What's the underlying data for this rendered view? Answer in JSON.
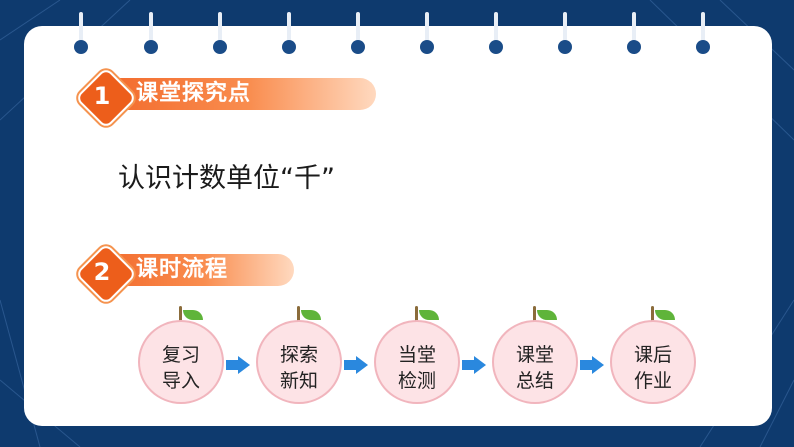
{
  "section1": {
    "number": "1",
    "title": "课堂探究点"
  },
  "point": {
    "text": "认识计数单位“千”"
  },
  "section2": {
    "number": "2",
    "title": "课时流程"
  },
  "steps": [
    {
      "line1": "复习",
      "line2": "导入"
    },
    {
      "line1": "探索",
      "line2": "新知"
    },
    {
      "line1": "当堂",
      "line2": "检测"
    },
    {
      "line1": "课堂",
      "line2": "总结"
    },
    {
      "line1": "课后",
      "line2": "作业"
    }
  ],
  "colors": {
    "background": "#0e3a6e",
    "header_orange": "#ed5e1b",
    "fruit_fill": "#fde3e6",
    "arrow_blue": "#2a88de"
  }
}
